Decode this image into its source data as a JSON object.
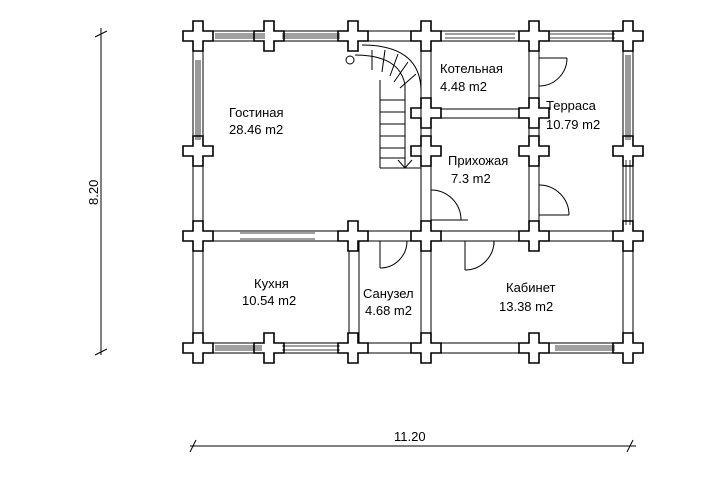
{
  "rooms": {
    "living": {
      "name": "Гостиная",
      "area": "28.46 m2"
    },
    "boiler": {
      "name": "Котельная",
      "area": "4.48 m2"
    },
    "terrace": {
      "name": "Терраса",
      "area": "10.79 m2"
    },
    "hallway": {
      "name": "Прихожая",
      "area": "7.3 m2"
    },
    "kitchen": {
      "name": "Кухня",
      "area": "10.54 m2"
    },
    "bathroom": {
      "name": "Санузел",
      "area": "4.68 m2"
    },
    "office": {
      "name": "Кабинет",
      "area": "13.38 m2"
    }
  },
  "dimensions": {
    "width": "11.20",
    "height": "8.20"
  }
}
